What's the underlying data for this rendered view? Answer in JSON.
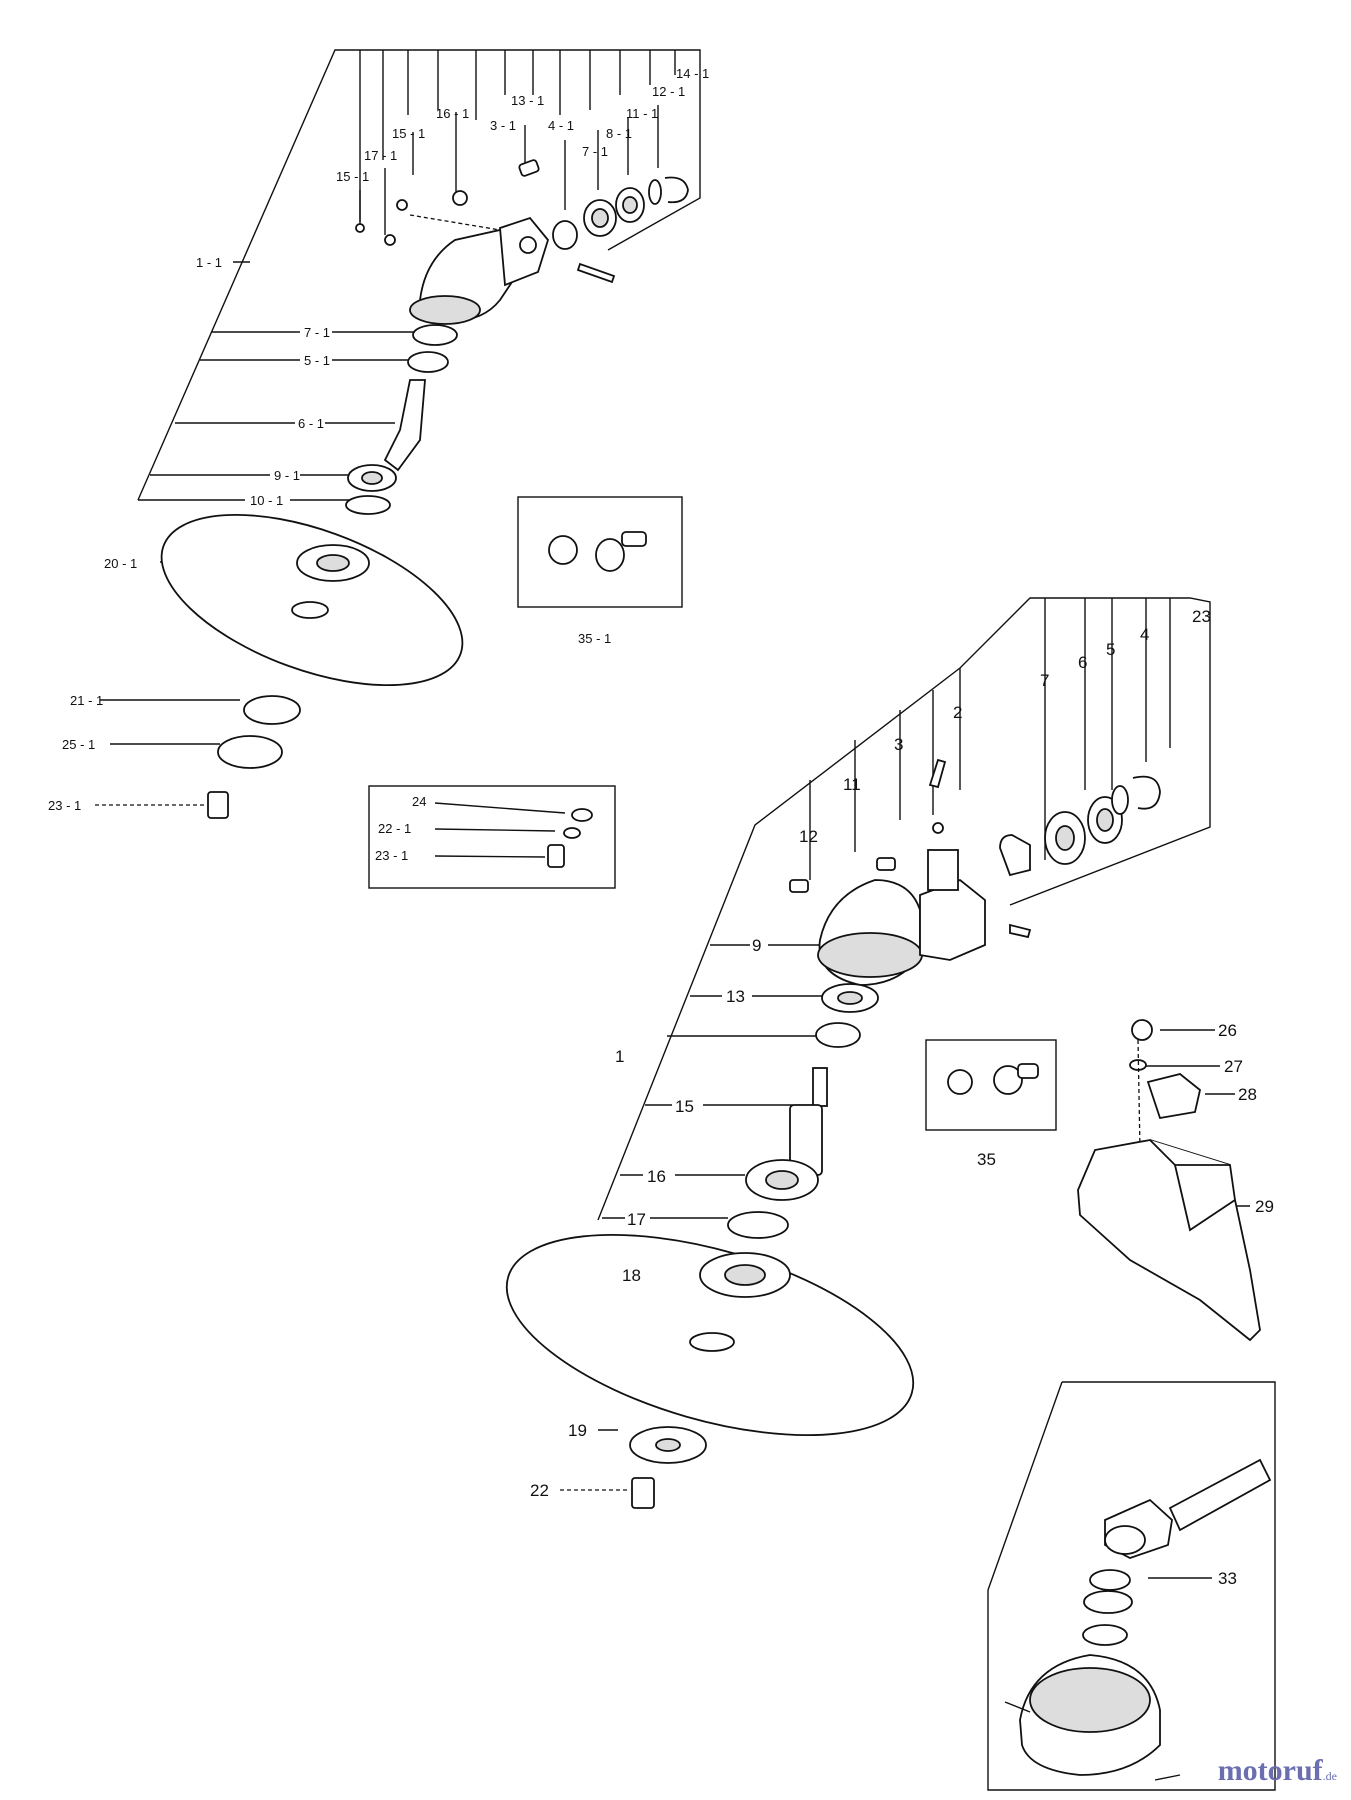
{
  "labels": [
    {
      "id": "l-14-1",
      "text": "14 - 1"
    },
    {
      "id": "l-12-1",
      "text": "12 - 1"
    },
    {
      "id": "l-13-1",
      "text": "13 - 1"
    },
    {
      "id": "l-11-1",
      "text": "11 - 1"
    },
    {
      "id": "l-16-1",
      "text": "16 - 1"
    },
    {
      "id": "l-3-1",
      "text": "3 - 1"
    },
    {
      "id": "l-4-1",
      "text": "4 - 1"
    },
    {
      "id": "l-8-1",
      "text": "8 - 1"
    },
    {
      "id": "l-15-1a",
      "text": "15 - 1"
    },
    {
      "id": "l-7-1a",
      "text": "7 - 1"
    },
    {
      "id": "l-17-1",
      "text": "17 - 1"
    },
    {
      "id": "l-15-1b",
      "text": "15 - 1"
    },
    {
      "id": "l-1-1",
      "text": "1 - 1"
    },
    {
      "id": "l-7-1b",
      "text": "7 - 1"
    },
    {
      "id": "l-5-1",
      "text": "5 - 1"
    },
    {
      "id": "l-6-1",
      "text": "6 - 1"
    },
    {
      "id": "l-9-1",
      "text": "9 - 1"
    },
    {
      "id": "l-10-1",
      "text": "10 - 1"
    },
    {
      "id": "l-20-1",
      "text": "20 - 1"
    },
    {
      "id": "l-21-1",
      "text": "21 - 1"
    },
    {
      "id": "l-25-1",
      "text": "25 - 1"
    },
    {
      "id": "l-23-1a",
      "text": "23 - 1"
    },
    {
      "id": "l-35-1",
      "text": "35 - 1"
    },
    {
      "id": "l-24",
      "text": "24"
    },
    {
      "id": "l-22-1",
      "text": "22 - 1"
    },
    {
      "id": "l-23-1b",
      "text": "23 - 1"
    },
    {
      "id": "l-23",
      "text": "23"
    },
    {
      "id": "l-4",
      "text": "4"
    },
    {
      "id": "l-5",
      "text": "5"
    },
    {
      "id": "l-6",
      "text": "6"
    },
    {
      "id": "l-7",
      "text": "7"
    },
    {
      "id": "l-2",
      "text": "2"
    },
    {
      "id": "l-3",
      "text": "3"
    },
    {
      "id": "l-11",
      "text": "11"
    },
    {
      "id": "l-12",
      "text": "12"
    },
    {
      "id": "l-9",
      "text": "9"
    },
    {
      "id": "l-13",
      "text": "13"
    },
    {
      "id": "l-1",
      "text": "1"
    },
    {
      "id": "l-15",
      "text": "15"
    },
    {
      "id": "l-16",
      "text": "16"
    },
    {
      "id": "l-17",
      "text": "17"
    },
    {
      "id": "l-18",
      "text": "18"
    },
    {
      "id": "l-19",
      "text": "19"
    },
    {
      "id": "l-22",
      "text": "22"
    },
    {
      "id": "l-26",
      "text": "26"
    },
    {
      "id": "l-27",
      "text": "27"
    },
    {
      "id": "l-28",
      "text": "28"
    },
    {
      "id": "l-29",
      "text": "29"
    },
    {
      "id": "l-35",
      "text": "35"
    },
    {
      "id": "l-33",
      "text": "33"
    }
  ],
  "watermark": {
    "main": "motoruf",
    "tld": ".de"
  }
}
